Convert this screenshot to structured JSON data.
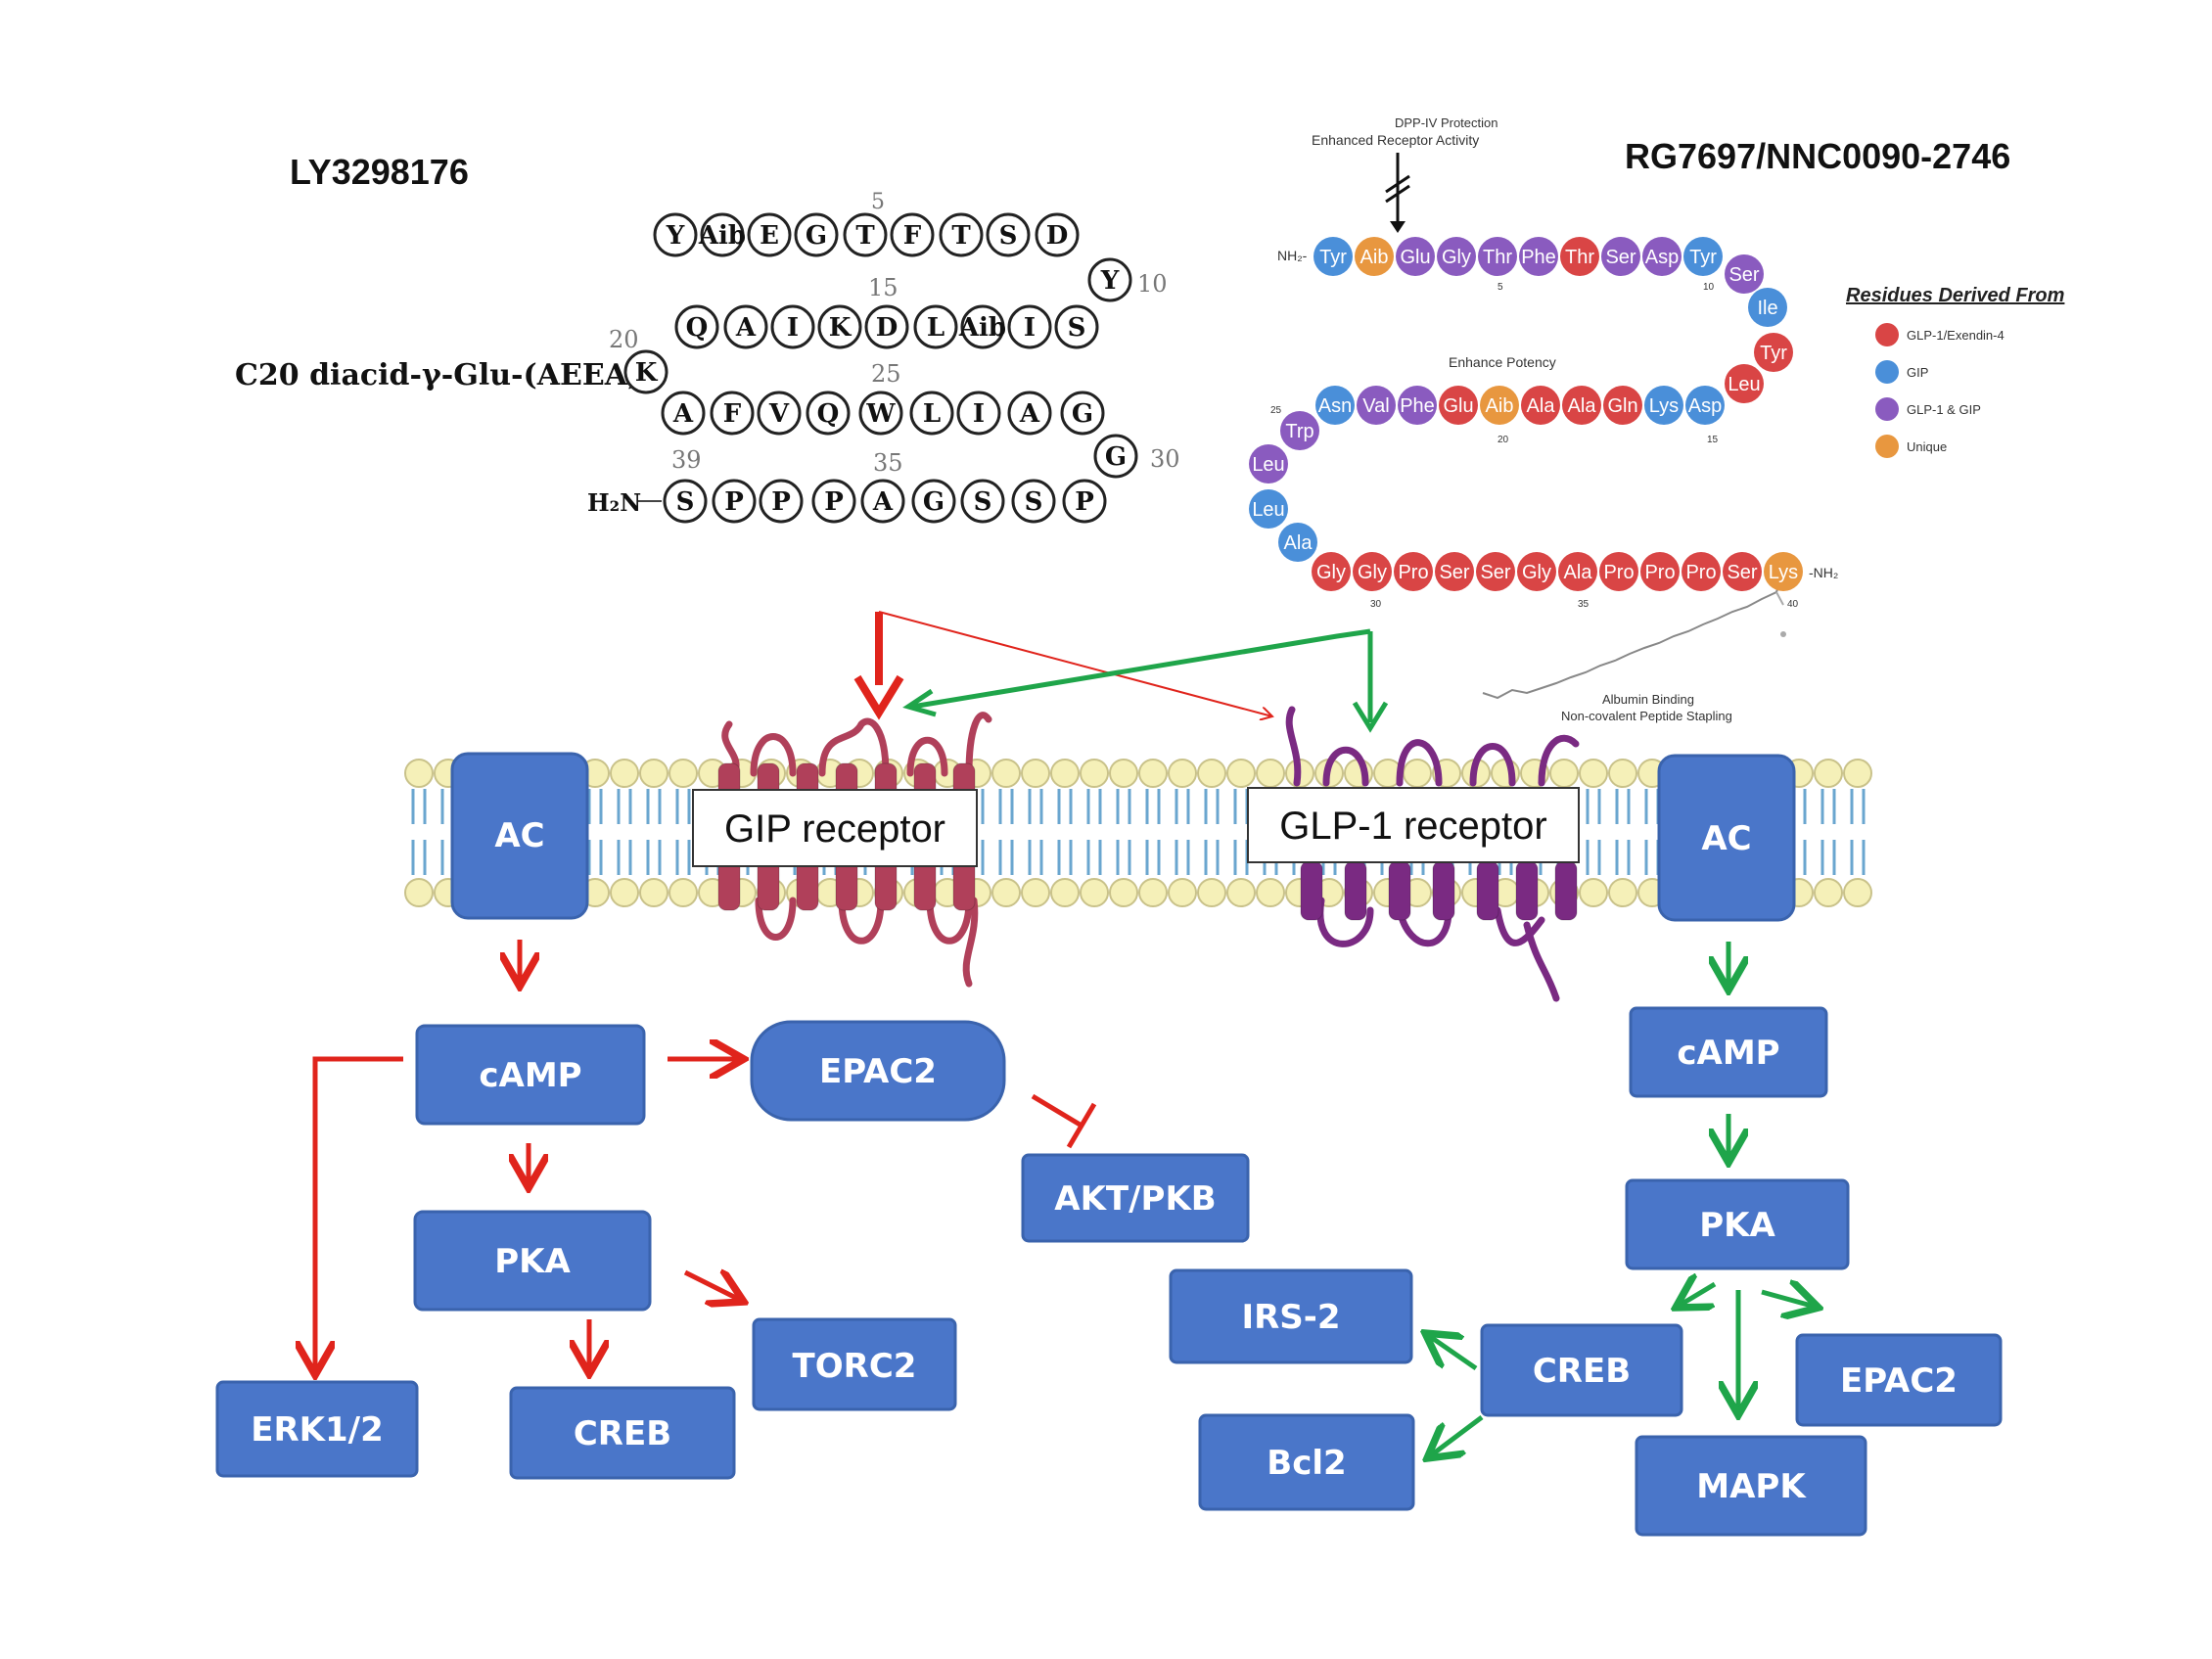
{
  "titles": {
    "left": "LY3298176",
    "right": "RG7697/NNC0090-2746"
  },
  "left_peptide": {
    "modification": "C20 diacid-γ-Glu-(AEEA)₂-",
    "n_terminus": "H₂N",
    "row1": [
      "Y",
      "Aib",
      "E",
      "G",
      "T",
      "F",
      "T",
      "S",
      "D"
    ],
    "row1_tail": "Y",
    "row2": [
      "Q",
      "A",
      "I",
      "K",
      "D",
      "L",
      "Aib",
      "I",
      "S"
    ],
    "k_residue": "K",
    "row3": [
      "A",
      "F",
      "V",
      "Q",
      "W",
      "L",
      "I",
      "A",
      "G"
    ],
    "row3_tail": "G",
    "row4": [
      "S",
      "P",
      "P",
      "P",
      "A",
      "G",
      "S",
      "S",
      "P"
    ],
    "numbers": {
      "n5": "5",
      "n10": "10",
      "n15": "15",
      "n20": "20",
      "n25": "25",
      "n30": "30",
      "n35": "35",
      "n39": "39"
    }
  },
  "right_peptide": {
    "top_annotation_line1": "DPP-IV Protection",
    "top_annotation_line2": "Enhanced Receptor Activity",
    "nh2_left": "NH₂-",
    "nh2_right": "-NH₂",
    "enhance_label": "Enhance Potency",
    "albumin_line1": "Albumin Binding",
    "albumin_line2": "Non-covalent Peptide Stapling",
    "num_5": "5",
    "num_10": "10",
    "num_15": "15",
    "num_20": "20",
    "num_25": "25",
    "num_30": "30",
    "num_35": "35",
    "num_40": "40",
    "colors": {
      "red": "#d94545",
      "blue": "#4a8fd9",
      "purple": "#8a5bbf",
      "orange": "#e8973f"
    },
    "residues": [
      {
        "aa": "Tyr",
        "c": "blue"
      },
      {
        "aa": "Aib",
        "c": "orange"
      },
      {
        "aa": "Glu",
        "c": "purple"
      },
      {
        "aa": "Gly",
        "c": "purple"
      },
      {
        "aa": "Thr",
        "c": "purple"
      },
      {
        "aa": "Phe",
        "c": "purple"
      },
      {
        "aa": "Thr",
        "c": "red"
      },
      {
        "aa": "Ser",
        "c": "purple"
      },
      {
        "aa": "Asp",
        "c": "purple"
      },
      {
        "aa": "Tyr",
        "c": "blue"
      },
      {
        "aa": "Ser",
        "c": "purple"
      },
      {
        "aa": "Ile",
        "c": "blue"
      },
      {
        "aa": "Tyr",
        "c": "red"
      },
      {
        "aa": "Leu",
        "c": "red"
      },
      {
        "aa": "Asp",
        "c": "blue"
      },
      {
        "aa": "Lys",
        "c": "blue"
      },
      {
        "aa": "Gln",
        "c": "red"
      },
      {
        "aa": "Ala",
        "c": "red"
      },
      {
        "aa": "Ala",
        "c": "red"
      },
      {
        "aa": "Aib",
        "c": "orange"
      },
      {
        "aa": "Glu",
        "c": "red"
      },
      {
        "aa": "Phe",
        "c": "purple"
      },
      {
        "aa": "Val",
        "c": "purple"
      },
      {
        "aa": "Asn",
        "c": "blue"
      },
      {
        "aa": "Trp",
        "c": "purple"
      },
      {
        "aa": "Leu",
        "c": "purple"
      },
      {
        "aa": "Leu",
        "c": "blue"
      },
      {
        "aa": "Ala",
        "c": "blue"
      },
      {
        "aa": "Gly",
        "c": "red"
      },
      {
        "aa": "Gly",
        "c": "red"
      },
      {
        "aa": "Pro",
        "c": "red"
      },
      {
        "aa": "Ser",
        "c": "red"
      },
      {
        "aa": "Ser",
        "c": "red"
      },
      {
        "aa": "Gly",
        "c": "red"
      },
      {
        "aa": "Ala",
        "c": "red"
      },
      {
        "aa": "Pro",
        "c": "red"
      },
      {
        "aa": "Pro",
        "c": "red"
      },
      {
        "aa": "Pro",
        "c": "red"
      },
      {
        "aa": "Ser",
        "c": "red"
      },
      {
        "aa": "Lys",
        "c": "orange"
      }
    ]
  },
  "legend": {
    "title": "Residues Derived From",
    "items": [
      {
        "label": "GLP-1/Exendin-4",
        "c": "red"
      },
      {
        "label": "GIP",
        "c": "blue"
      },
      {
        "label": "GLP-1 & GIP",
        "c": "purple"
      },
      {
        "label": "Unique",
        "c": "orange"
      }
    ]
  },
  "membrane": {
    "gip_receptor": "GIP receptor",
    "glp1_receptor": "GLP-1 receptor",
    "ac_left": "AC",
    "ac_right": "AC"
  },
  "colors": {
    "red_arrow": "#e0241c",
    "green_arrow": "#1fa54a",
    "box_fill": "#4a76c9",
    "gip_receptor": "#b0405a",
    "glp1_receptor": "#7a2a82"
  },
  "left_pathway": {
    "camp": "cAMP",
    "epac2": "EPAC2",
    "akt": "AKT/PKB",
    "pka": "PKA",
    "torc2": "TORC2",
    "erk": "ERK1/2",
    "creb": "CREB"
  },
  "right_pathway": {
    "camp": "cAMP",
    "pka": "PKA",
    "irs2": "IRS-2",
    "creb": "CREB",
    "epac2": "EPAC2",
    "bcl2": "Bcl2",
    "mapk": "MAPK"
  }
}
